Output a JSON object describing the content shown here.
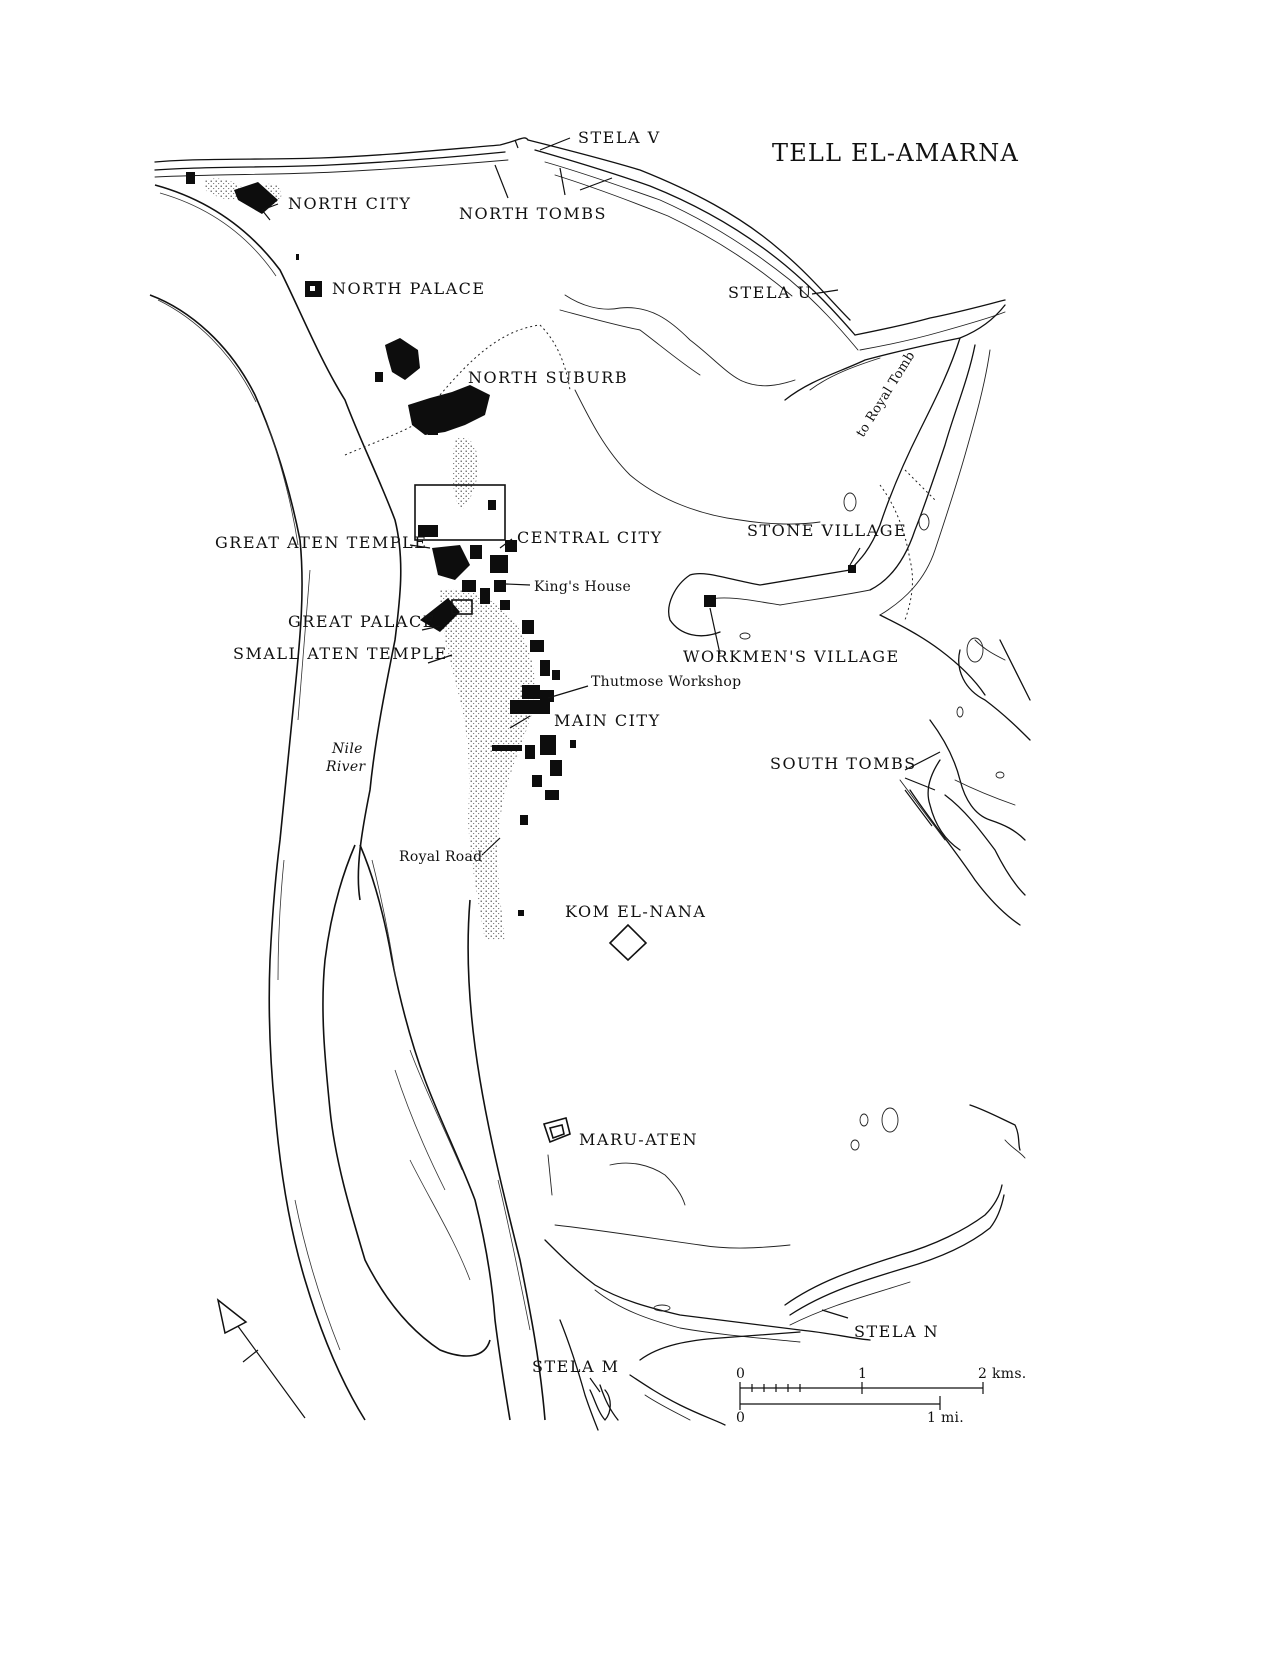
{
  "map": {
    "title": "TELL EL-AMARNA",
    "labels": {
      "stela_v": "STELA V",
      "north_city": "NORTH CITY",
      "north_tombs": "NORTH TOMBS",
      "north_palace": "NORTH PALACE",
      "stela_u": "STELA U",
      "north_suburb": "NORTH SUBURB",
      "to_royal_tomb": "to Royal Tomb",
      "great_aten_temple": "GREAT ATEN TEMPLE",
      "central_city": "CENTRAL CITY",
      "stone_village": "STONE VILLAGE",
      "kings_house": "King's House",
      "great_palace": "GREAT PALACE",
      "small_aten_temple": "SMALL ATEN TEMPLE",
      "workmens_village": "WORKMEN'S VILLAGE",
      "thutmose_workshop": "Thutmose Workshop",
      "main_city": "MAIN CITY",
      "nile_line1": "Nile",
      "nile_line2": "River",
      "south_tombs": "SOUTH TOMBS",
      "royal_road": "Royal Road",
      "kom_el_nana": "KOM EL-NANA",
      "maru_aten": "MARU-ATEN",
      "stela_n": "STELA N",
      "stela_m": "STELA M"
    },
    "scale_bar": {
      "km_ticks": [
        "0",
        "1",
        "2 kms."
      ],
      "mi_ticks": [
        "0",
        "1 mi."
      ]
    },
    "north_arrow_icon": "north-arrow-icon"
  }
}
